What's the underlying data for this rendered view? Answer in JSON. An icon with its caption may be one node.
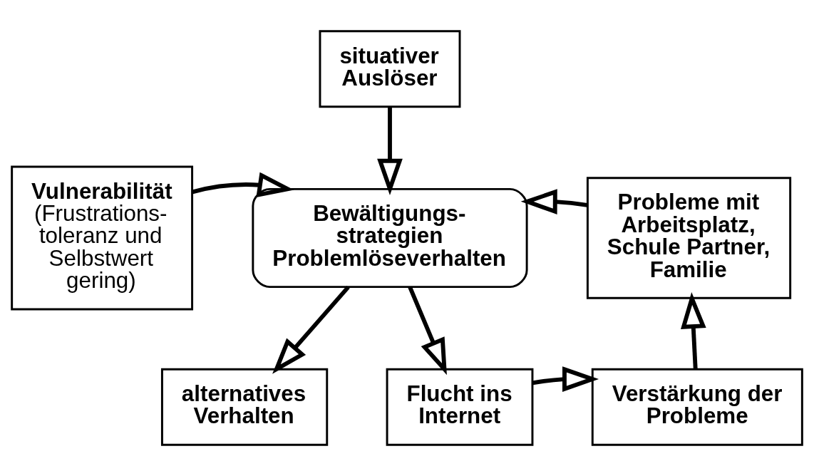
{
  "diagram": {
    "nodes": [
      {
        "text": [
          "situativer Auslöser"
        ]
      },
      {
        "text": [
          "Vulnerabilität",
          "(Frustrations- toleranz und Selbstwert gering)"
        ]
      },
      {
        "text": [
          "Bewältigungs- strategien Problemlöseverhalten"
        ]
      },
      {
        "text": [
          "Probleme mit Arbeitsplatz, Schule Partner, Familie"
        ]
      },
      {
        "text": [
          "alternatives Verhalten"
        ]
      },
      {
        "text": [
          "Flucht ins Internet"
        ]
      },
      {
        "text": [
          "Verstärkung der Probleme"
        ]
      }
    ],
    "edges": [
      {
        "from": 0,
        "to": 2,
        "arrow": "to"
      },
      {
        "from": 1,
        "to": 2,
        "arrow": "to"
      },
      {
        "from": 3,
        "to": 2,
        "arrow": "to"
      },
      {
        "from": 2,
        "to": 4,
        "arrow": "to"
      },
      {
        "from": 2,
        "to": 5,
        "arrow": "to"
      },
      {
        "from": 5,
        "to": 6,
        "arrow": "to"
      },
      {
        "from": 6,
        "to": 3,
        "arrow": "to"
      }
    ]
  }
}
